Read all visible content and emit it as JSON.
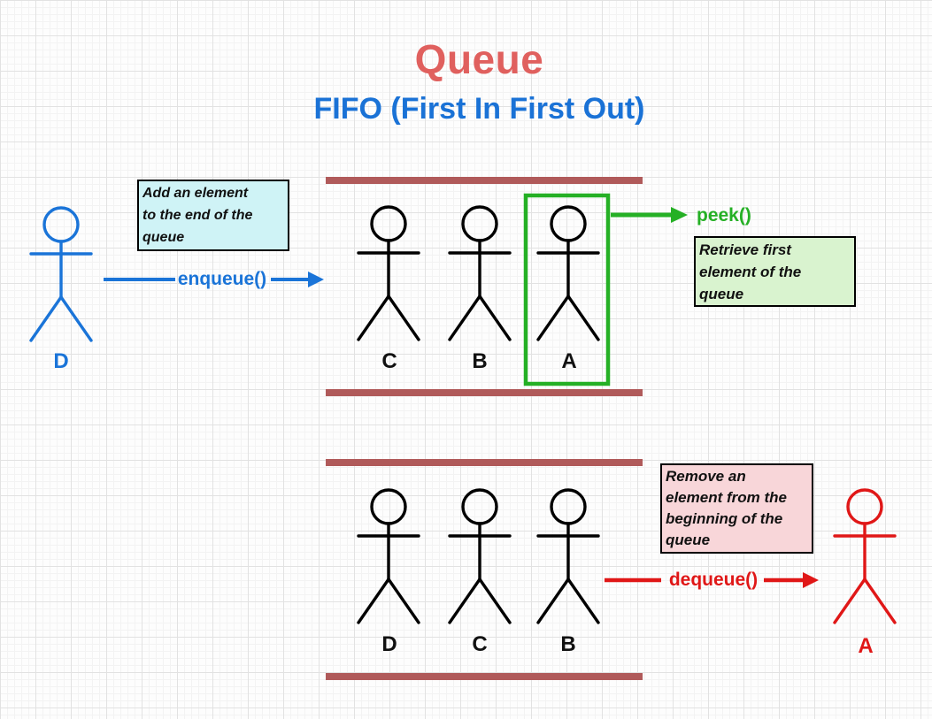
{
  "title": "Queue",
  "subtitle": "FIFO (First In First Out)",
  "colors": {
    "title": "#e0605e",
    "blue": "#1a74d8",
    "green": "#25b025",
    "red": "#e01717",
    "queue_bar": "#b05a5a",
    "note_cyan_bg": "#cff3f6",
    "note_green_bg": "#d9f3cf",
    "note_pink_bg": "#f8d6d9"
  },
  "enqueue_section": {
    "actor_label": "D",
    "note": "Add an element\nto the end of the\nqueue",
    "operation_label": "enqueue()"
  },
  "front_queue": {
    "labels": [
      "C",
      "B",
      "A"
    ]
  },
  "peek_section": {
    "operation_label": "peek()",
    "note": "Retrieve first\nelement of the\nqueue"
  },
  "rear_queue": {
    "labels": [
      "D",
      "C",
      "B"
    ]
  },
  "dequeue_section": {
    "operation_label": "dequeue()",
    "note": "Remove an\nelement from the\nbeginning of the\nqueue",
    "actor_label": "A"
  }
}
